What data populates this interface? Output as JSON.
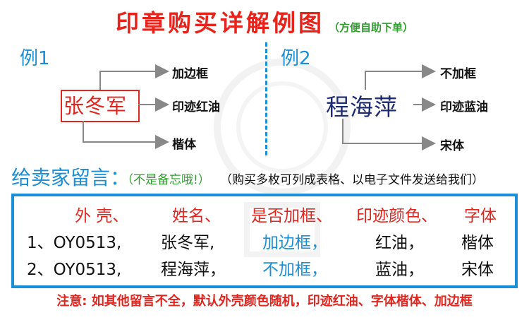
{
  "title": {
    "main": "印章购买详解例图",
    "sub": "（方便自助下单）"
  },
  "example1": {
    "label": "例1",
    "stamp_text": "张冬军",
    "options": [
      "加边框",
      "印迹红油",
      "楷体"
    ]
  },
  "example2": {
    "label": "例2",
    "stamp_text": "程海萍",
    "options": [
      "不加框",
      "印迹蓝油",
      "宋体"
    ]
  },
  "message": {
    "title": "给卖家留言：",
    "hint": "（不是备忘哦!）",
    "desc": "（购买多枚可列成表格、以电子文件发送给我们）"
  },
  "table": {
    "headers": [
      "外 壳、",
      "姓名、",
      "是否加框、",
      "印迹颜色、",
      "字体"
    ],
    "rows": [
      [
        "1、OY0513,",
        "张冬军,",
        "加边框，",
        "红油，",
        "楷体"
      ],
      [
        "2、OY0513,",
        "程海萍，",
        "不加框，",
        "蓝油，",
        "宋体"
      ]
    ]
  },
  "footer": "注意: 如其他留言不全，默认外壳颜色随机，印迹红油、字体楷体、加边框",
  "colors": {
    "red": "#e0261f",
    "blue": "#1a8fd6",
    "green": "#2f9e2f",
    "navy": "#1c2a72"
  }
}
